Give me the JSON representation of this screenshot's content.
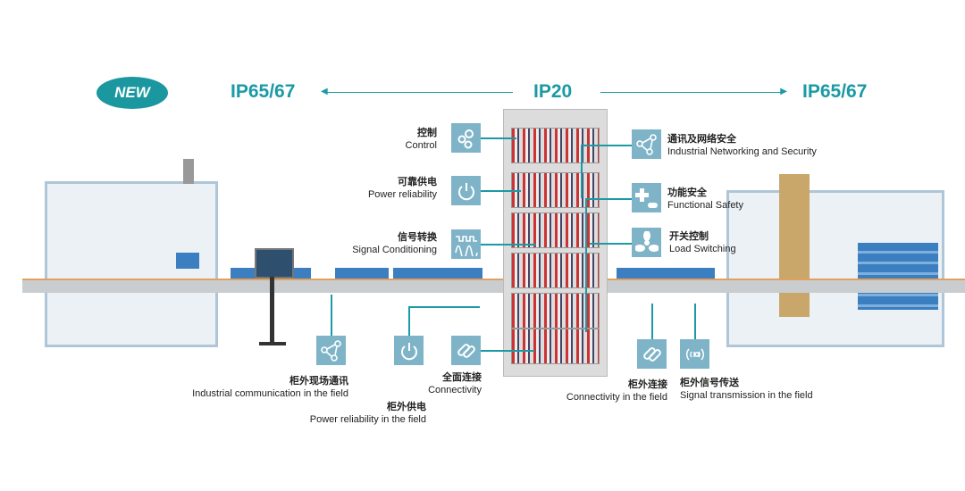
{
  "header": {
    "new_badge": "NEW",
    "left_rating": "IP65/67",
    "center_rating": "IP20",
    "right_rating": "IP65/67"
  },
  "colors": {
    "accent": "#1b9aa5",
    "tile": "#7fb4c8"
  },
  "cabinet_features": [
    {
      "icon": "gears-icon",
      "zh": "控制",
      "en": "Control"
    },
    {
      "icon": "power-icon",
      "zh": "可靠供电",
      "en": "Power reliability"
    },
    {
      "icon": "signal-wave-icon",
      "zh": "信号转换",
      "en": "Signal Conditioning"
    },
    {
      "icon": "network-icon",
      "zh": "通讯及网络安全",
      "en": "Industrial Networking  and Security"
    },
    {
      "icon": "safety-icon",
      "zh": "功能安全",
      "en": "Functional Safety"
    },
    {
      "icon": "fan-icon",
      "zh": "开关控制",
      "en": "Load Switching"
    }
  ],
  "field_features": [
    {
      "icon": "network-icon",
      "zh": "柜外现场通讯",
      "en": "Industrial communication in the field"
    },
    {
      "icon": "power-icon",
      "zh": "柜外供电",
      "en": "Power reliability in the field"
    },
    {
      "icon": "link-icon",
      "zh": "全面连接",
      "en": "Connectivity"
    },
    {
      "icon": "link-icon",
      "zh": "柜外连接",
      "en": "Connectivity  in the field"
    },
    {
      "icon": "wireless-icon",
      "zh": "柜外信号传送",
      "en": "Signal transmission in the field"
    }
  ]
}
